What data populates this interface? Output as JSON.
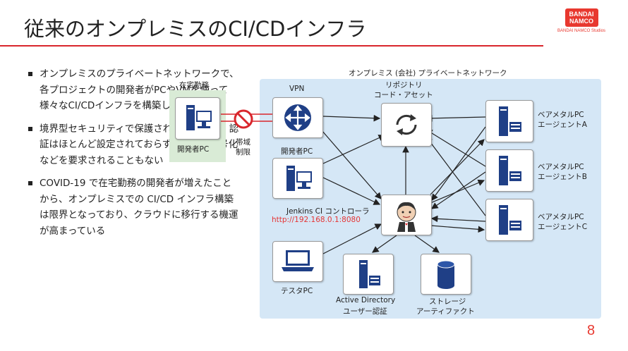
{
  "slide": {
    "title": "従来のオンプレミスのCI/CDインフラ",
    "page_number": "8",
    "logo": {
      "line1": "BANDAI",
      "line2": "NAMCO",
      "sub": "BANDAI NAMCO Studios"
    },
    "bullets": [
      "オンプレミスのプライベートネットワークで、各プロジェクトの開発者がPCやVMを使って様々なCI/CDインフラを構築している",
      "境界型セキュリティで保護されているため、認証はほとんど設定されておらず、通信の暗号化などを要求されることもない",
      "COVID-19 で在宅勤務の開発者が増えたことから、オンプレミスでの CI/CD インフラ構築は限界となっており、クラウドに移行する機運が高まっている"
    ]
  },
  "diagram": {
    "network_label": "オンプレミス (会社) プライベートネットワーク",
    "home_label": "在宅勤務",
    "home_pc_label": "開発者PC",
    "bandwidth_label_1": "帯域",
    "bandwidth_label_2": "制限",
    "vpn_label": "VPN",
    "dev_pc_label": "開発者PC",
    "repo_label_1": "リポジトリ",
    "repo_label_2": "コード・アセット",
    "jenkins_label": "Jenkins CI コントローラ",
    "jenkins_url": "http://192.168.0.1:8080",
    "test_pc_label": "テスタPC",
    "ad_label_1": "Active Directory",
    "ad_label_2": "ユーザー認証",
    "storage_label_1": "ストレージ",
    "storage_label_2": "アーティファクト",
    "agents": [
      {
        "line1": "ベアメタルPC",
        "line2": "エージェントA"
      },
      {
        "line1": "ベアメタルPC",
        "line2": "エージェントB"
      },
      {
        "line1": "ベアメタルPC",
        "line2": "エージェントC"
      }
    ]
  },
  "colors": {
    "accent": "#d9262c",
    "icon_blue": "#1f3f86",
    "network_bg": "#d5e7f6",
    "home_bg": "#d9ebd6",
    "url_red": "#e53535"
  }
}
